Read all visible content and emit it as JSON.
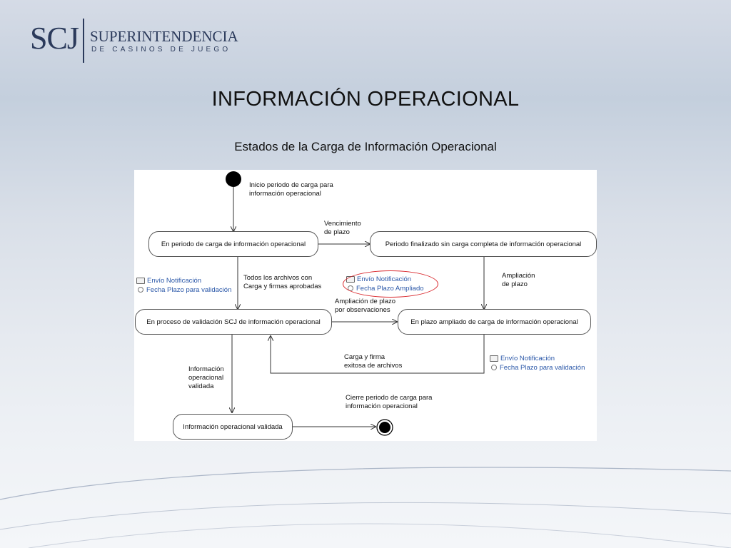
{
  "logo": {
    "mark": "SCJ",
    "name": "SUPERINTENDENCIA",
    "sub": "DE CASINOS DE JUEGO"
  },
  "slide": {
    "title": "INFORMACIÓN OPERACIONAL",
    "subtitle": "Estados de la Carga de Información Operacional"
  },
  "diagram": {
    "states": {
      "s1": "En periodo de carga de información operacional",
      "s2": "Periodo finalizado sin carga completa de información operacional",
      "s3": "En proceso de validación SCJ de información operacional",
      "s4": "En plazo ampliado de carga de información operacional",
      "s5": "Información operacional validada"
    },
    "transitions": {
      "start_l1": "Inicio periodo de carga para",
      "start_l2": "información operacional",
      "venc_l1": "Vencimiento",
      "venc_l2": "de plazo",
      "todos_l1": "Todos los archivos con",
      "todos_l2": "Carga y firmas aprobadas",
      "ampl_l1": "Ampliación",
      "ampl_l2": "de plazo",
      "obs_l1": "Ampliación de plazo",
      "obs_l2": "por observaciones",
      "carga_l1": "Carga y firma",
      "carga_l2": "exitosa de archivos",
      "valid_l1": "Información",
      "valid_l2": "operacional",
      "valid_l3": "validada",
      "cierre_l1": "Cierre periodo de carga para",
      "cierre_l2": "información operacional"
    },
    "notes": {
      "left_notif": "Envío Notificación",
      "left_fecha": "Fecha Plazo para validación",
      "mid_notif": "Envío Notificación",
      "mid_fecha": "Fecha Plazo Ampliado",
      "right_notif": "Envío Notificación",
      "right_fecha": "Fecha Plazo para validación"
    },
    "colors": {
      "note_text": "#2a57a8",
      "highlight": "#d9262b"
    }
  }
}
